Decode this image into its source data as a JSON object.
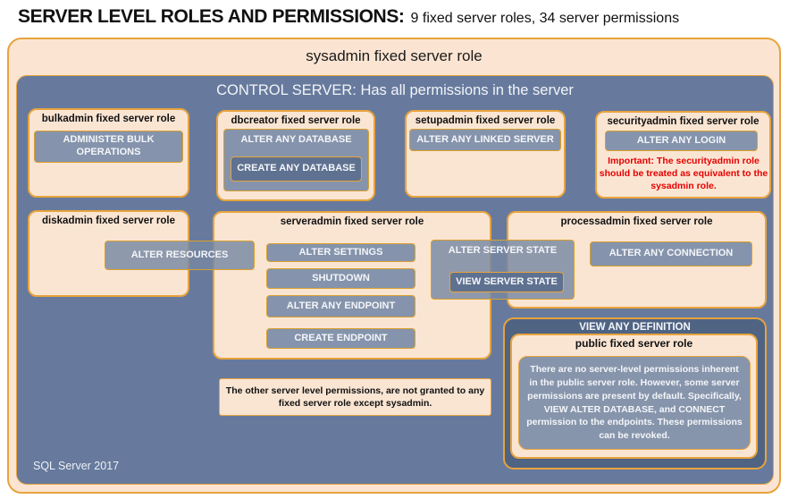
{
  "title": {
    "main": "SERVER LEVEL ROLES AND PERMISSIONS:",
    "subtitle": "9 fixed server roles, 34 server permissions"
  },
  "sysadmin": {
    "label": "sysadmin fixed server role"
  },
  "control_server": {
    "label": "CONTROL SERVER: Has all permissions in the server"
  },
  "roles": {
    "bulkadmin": {
      "title": "bulkadmin fixed server role",
      "permission": "ADMINISTER BULK OPERATIONS"
    },
    "dbcreator": {
      "title": "dbcreator fixed server role",
      "outer_permission": "ALTER ANY DATABASE",
      "inner_permission": "CREATE ANY DATABASE"
    },
    "setupadmin": {
      "title": "setupadmin fixed server role",
      "permission": "ALTER ANY LINKED SERVER"
    },
    "securityadmin": {
      "title": "securityadmin fixed server role",
      "permission": "ALTER ANY LOGIN",
      "warning": "Important: The securityadmin role should be treated as equivalent to the sysadmin role."
    },
    "diskadmin": {
      "title": "diskadmin fixed server role",
      "permission": "ALTER RESOURCES"
    },
    "serveradmin": {
      "title": "serveradmin fixed server role",
      "permissions": [
        "ALTER SETTINGS",
        "SHUTDOWN",
        "ALTER ANY ENDPOINT",
        "CREATE ENDPOINT"
      ],
      "shared_outer_permission": "ALTER SERVER STATE",
      "shared_inner_permission": "VIEW SERVER STATE"
    },
    "processadmin": {
      "title": "processadmin fixed server role",
      "permission": "ALTER ANY CONNECTION"
    },
    "public": {
      "container_permission": "VIEW ANY DEFINITION",
      "title": "public fixed server role",
      "description": "There are no server-level permissions inherent in the public server role. However, some server permissions are present by default. Specifically, VIEW ALTER DATABASE, and CONNECT permission to the endpoints. These permissions can be revoked."
    }
  },
  "note": "The other server level permissions, are not granted to any fixed server role except sysadmin.",
  "footer": "SQL Server 2017",
  "colors": {
    "peach_fill": "#FBE5D2",
    "blue_fill": "#677A9D",
    "permission_fill": "#8594AC",
    "dark_permission_fill": "#5F7190",
    "view_any_definition_fill": "#4F6383",
    "border_orange": "#E8A33D",
    "warning_red": "#E60000"
  }
}
